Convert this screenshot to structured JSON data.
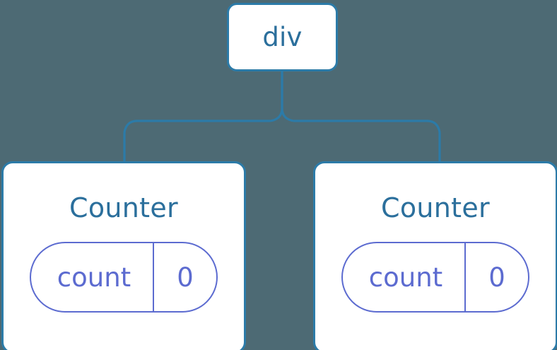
{
  "diagram": {
    "type": "component-tree",
    "background_color": "#4d6a74",
    "node_border_color": "#2c7ba8",
    "node_text_color": "#2b6f9c",
    "state_color": "#5c6bd0",
    "connector_color": "#2c7ba8",
    "root": {
      "label": "div"
    },
    "children": [
      {
        "label": "Counter",
        "state": {
          "key": "count",
          "value": "0"
        }
      },
      {
        "label": "Counter",
        "state": {
          "key": "count",
          "value": "0"
        }
      }
    ]
  }
}
